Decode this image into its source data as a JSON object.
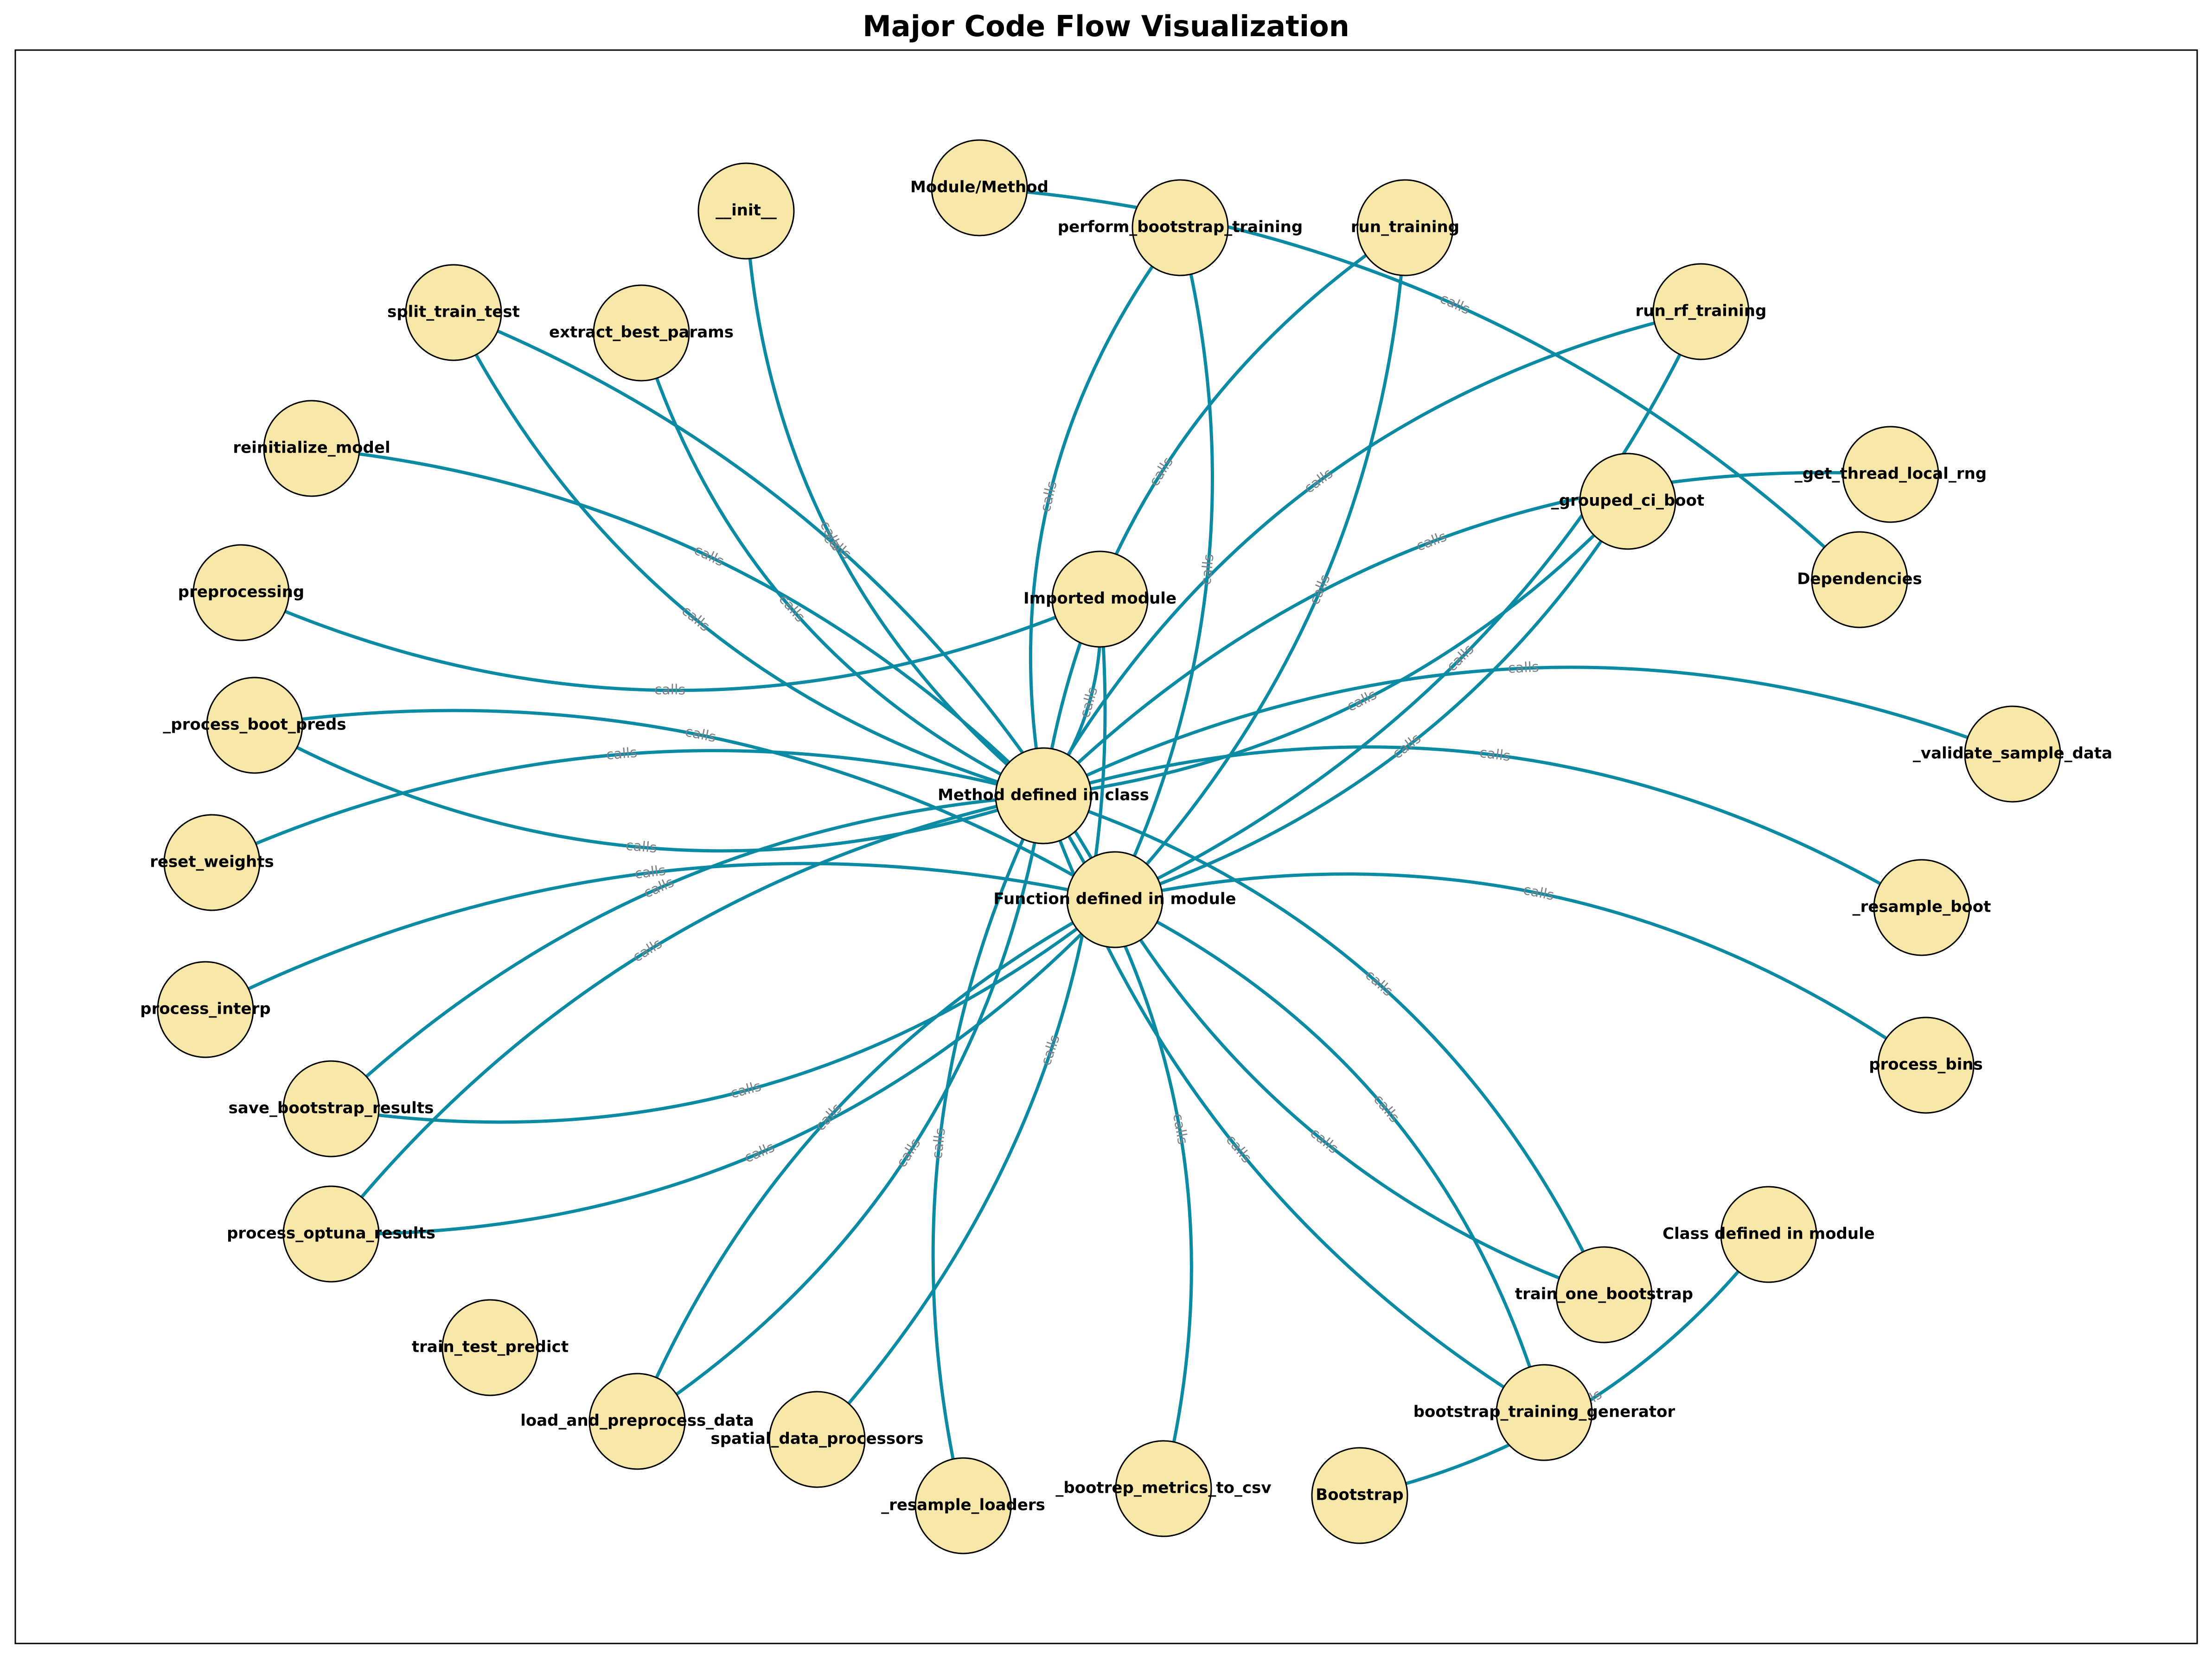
{
  "title": "Major Code Flow Visualization",
  "edge_label": "calls",
  "colors": {
    "edge": "#0b8aa3",
    "node_fill": "#f7e7a9",
    "node_stroke": "#000000",
    "edge_label": "#7a8288"
  },
  "nodes": [
    {
      "id": "method",
      "label": "Method defined in class"
    },
    {
      "id": "function",
      "label": "Function defined in module"
    },
    {
      "id": "init",
      "label": "__init__"
    },
    {
      "id": "module_method",
      "label": "Module/Method"
    },
    {
      "id": "perform_bootstrap",
      "label": "perform_bootstrap_training"
    },
    {
      "id": "run_training",
      "label": "run_training"
    },
    {
      "id": "run_rf_training",
      "label": "run_rf_training"
    },
    {
      "id": "split_train_test",
      "label": "split_train_test"
    },
    {
      "id": "extract_best_params",
      "label": "extract_best_params"
    },
    {
      "id": "reinitialize_model",
      "label": "reinitialize_model"
    },
    {
      "id": "get_thread_local_rng",
      "label": "_get_thread_local_rng"
    },
    {
      "id": "grouped_ci_boot",
      "label": "_grouped_ci_boot"
    },
    {
      "id": "preprocessing",
      "label": "preprocessing"
    },
    {
      "id": "imported_module",
      "label": "Imported module"
    },
    {
      "id": "dependencies",
      "label": "Dependencies"
    },
    {
      "id": "process_boot_preds",
      "label": "_process_boot_preds"
    },
    {
      "id": "validate_sample_data",
      "label": "_validate_sample_data"
    },
    {
      "id": "reset_weights",
      "label": "reset_weights"
    },
    {
      "id": "resample_boot",
      "label": "_resample_boot"
    },
    {
      "id": "process_interp",
      "label": "process_interp"
    },
    {
      "id": "process_bins",
      "label": "process_bins"
    },
    {
      "id": "save_bootstrap_results",
      "label": "save_bootstrap_results"
    },
    {
      "id": "process_optuna_results",
      "label": "process_optuna_results"
    },
    {
      "id": "class_defined",
      "label": "Class defined in module"
    },
    {
      "id": "train_one_bootstrap",
      "label": "train_one_bootstrap"
    },
    {
      "id": "train_test_predict",
      "label": "train_test_predict"
    },
    {
      "id": "load_and_preprocess",
      "label": "load_and_preprocess_data"
    },
    {
      "id": "spatial_data_processors",
      "label": "spatial_data_processors"
    },
    {
      "id": "bootstrap_training_generator",
      "label": "bootstrap_training_generator"
    },
    {
      "id": "resample_loaders",
      "label": "_resample_loaders"
    },
    {
      "id": "bootrep_metrics",
      "label": "_bootrep_metrics_to_csv"
    },
    {
      "id": "bootstrap",
      "label": "Bootstrap"
    }
  ],
  "edges": [
    {
      "from": "init",
      "to": "method"
    },
    {
      "from": "module_method",
      "to": "dependencies"
    },
    {
      "from": "perform_bootstrap",
      "to": "method"
    },
    {
      "from": "perform_bootstrap",
      "to": "function"
    },
    {
      "from": "run_training",
      "to": "method"
    },
    {
      "from": "run_training",
      "to": "function"
    },
    {
      "from": "run_rf_training",
      "to": "method"
    },
    {
      "from": "run_rf_training",
      "to": "function"
    },
    {
      "from": "split_train_test",
      "to": "method"
    },
    {
      "from": "split_train_test",
      "to": "function"
    },
    {
      "from": "extract_best_params",
      "to": "method"
    },
    {
      "from": "reinitialize_model",
      "to": "method"
    },
    {
      "from": "get_thread_local_rng",
      "to": "method"
    },
    {
      "from": "grouped_ci_boot",
      "to": "method"
    },
    {
      "from": "preprocessing",
      "to": "imported_module"
    },
    {
      "from": "imported_module",
      "to": "method"
    },
    {
      "from": "process_boot_preds",
      "to": "method"
    },
    {
      "from": "process_boot_preds",
      "to": "function"
    },
    {
      "from": "validate_sample_data",
      "to": "method"
    },
    {
      "from": "reset_weights",
      "to": "method"
    },
    {
      "from": "resample_boot",
      "to": "method"
    },
    {
      "from": "process_interp",
      "to": "function"
    },
    {
      "from": "process_bins",
      "to": "function"
    },
    {
      "from": "save_bootstrap_results",
      "to": "method"
    },
    {
      "from": "save_bootstrap_results",
      "to": "function"
    },
    {
      "from": "process_optuna_results",
      "to": "method"
    },
    {
      "from": "process_optuna_results",
      "to": "function"
    },
    {
      "from": "class_defined",
      "to": "bootstrap"
    },
    {
      "from": "train_one_bootstrap",
      "to": "method"
    },
    {
      "from": "train_one_bootstrap",
      "to": "function"
    },
    {
      "from": "load_and_preprocess",
      "to": "method"
    },
    {
      "from": "load_and_preprocess",
      "to": "function"
    },
    {
      "from": "spatial_data_processors",
      "to": "imported_module"
    },
    {
      "from": "bootstrap_training_generator",
      "to": "method"
    },
    {
      "from": "bootstrap_training_generator",
      "to": "function"
    },
    {
      "from": "resample_loaders",
      "to": "method"
    },
    {
      "from": "bootrep_metrics",
      "to": "method"
    },
    {
      "from": "grouped_ci_boot",
      "to": "function"
    }
  ]
}
